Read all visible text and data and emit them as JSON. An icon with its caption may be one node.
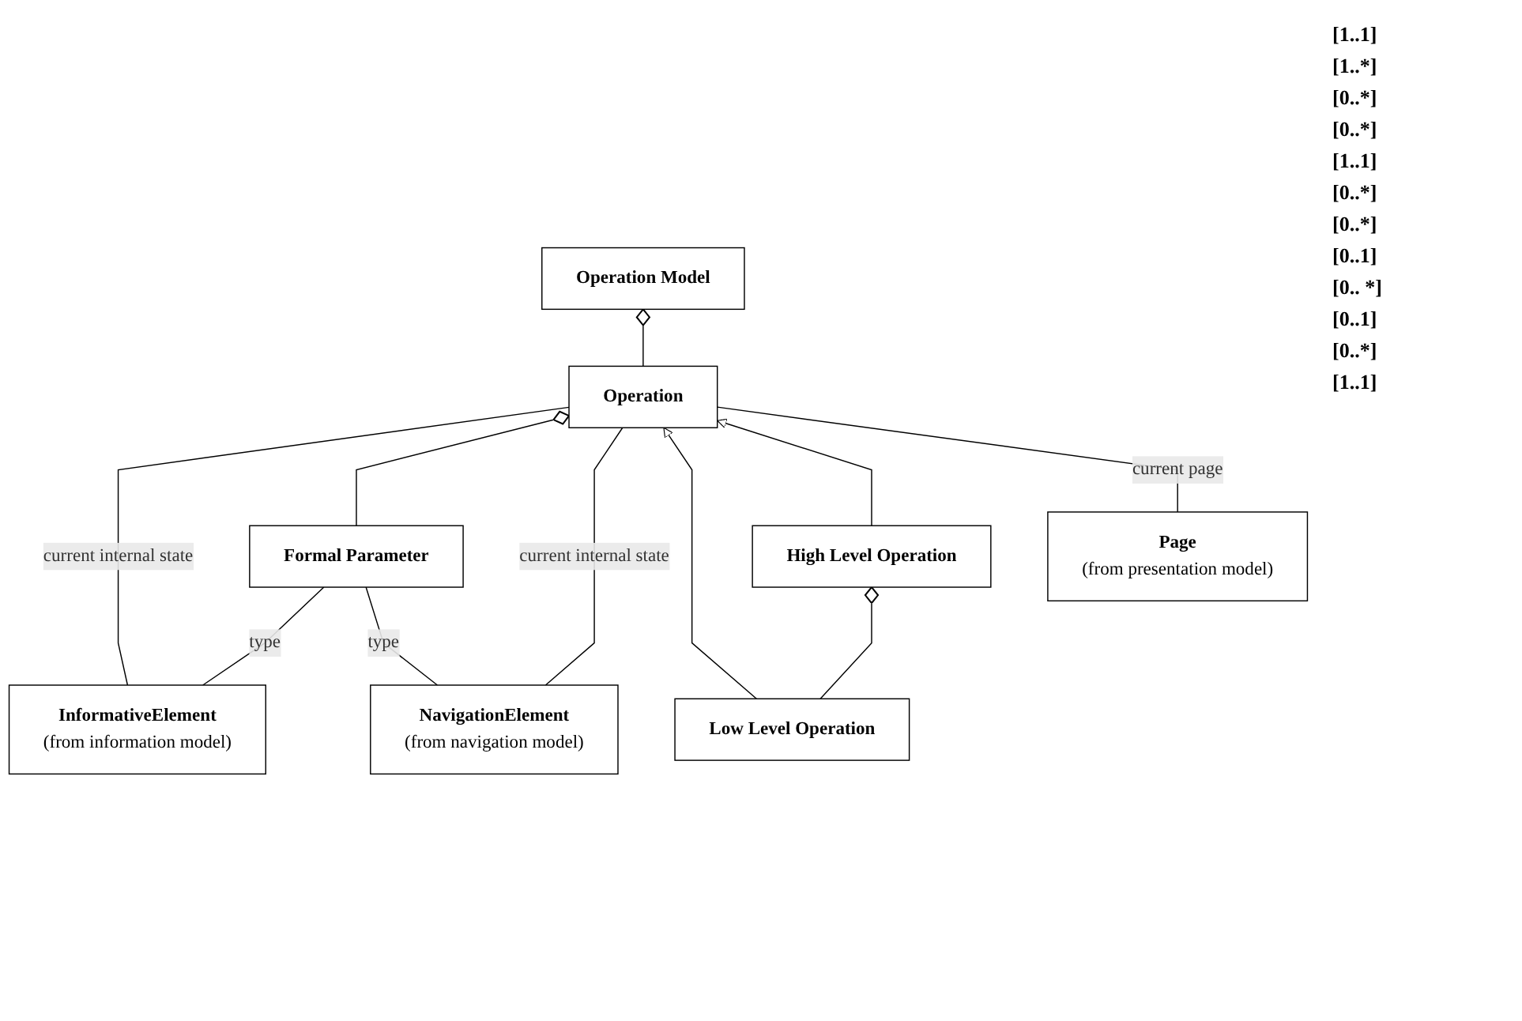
{
  "diagram": {
    "nodes": [
      {
        "text": [
          "Operation Model"
        ]
      },
      {
        "text": [
          "Operation"
        ]
      },
      {
        "text": [
          "InformativeElement",
          "(from information model)"
        ]
      },
      {
        "text": [
          "Formal Parameter"
        ]
      },
      {
        "text": [
          "NavigationElement",
          "(from navigation model)"
        ]
      },
      {
        "text": [
          "Low Level Operation"
        ]
      },
      {
        "text": [
          "High Level Operation"
        ]
      },
      {
        "text": [
          "Page",
          "(from presentation model)"
        ]
      }
    ],
    "edges": [
      {
        "from": 1,
        "to": 0,
        "arrow": "other"
      },
      {
        "from": 2,
        "to": 1,
        "arrow": "none",
        "label": "current internal state"
      },
      {
        "from": 3,
        "to": 1,
        "arrow": "other"
      },
      {
        "from": 2,
        "to": 3,
        "arrow": "none",
        "label": "type"
      },
      {
        "from": 4,
        "to": 3,
        "arrow": "none",
        "label": "type"
      },
      {
        "from": 4,
        "to": 1,
        "arrow": "none",
        "label": "current internal state"
      },
      {
        "from": 5,
        "to": 1,
        "arrow": "to"
      },
      {
        "from": 6,
        "to": 1,
        "arrow": "to"
      },
      {
        "from": 5,
        "to": 6,
        "arrow": "other"
      },
      {
        "from": 7,
        "to": 1,
        "arrow": "none",
        "label": "current page"
      }
    ],
    "labels": [
      "[1..1]",
      "[1..*]",
      "[0..*]",
      "[0..*]",
      "[1..1]",
      "[0..*]",
      "[0..*]",
      "[0..1]",
      "[0.. *]",
      "[0..1]",
      "[0..*]",
      "[1..1]"
    ]
  }
}
